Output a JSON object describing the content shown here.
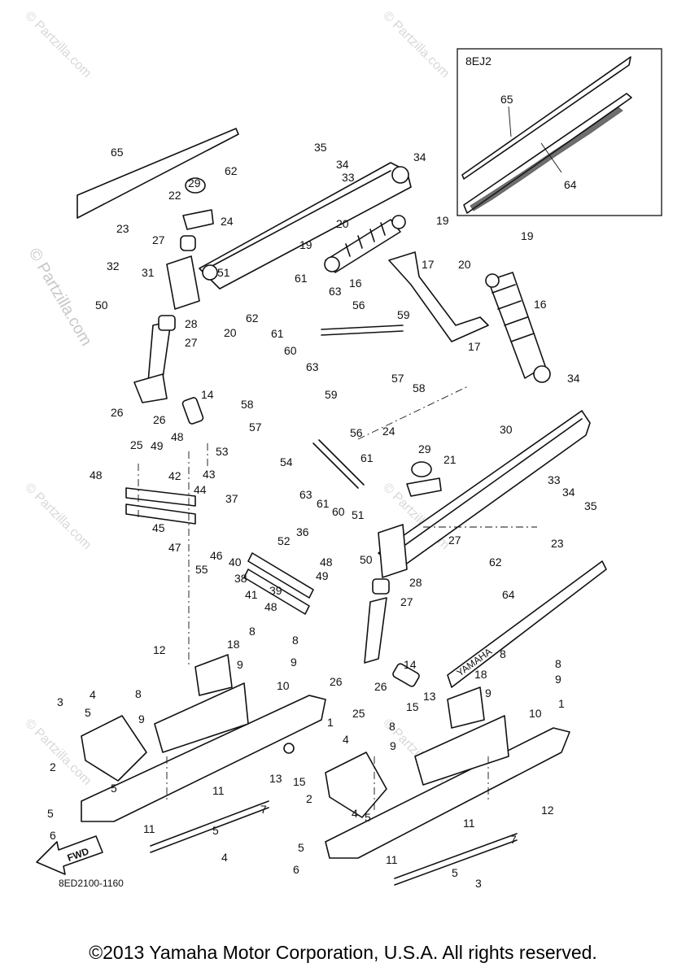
{
  "watermark": "© Partzilla.com",
  "inset_label": "8EJ2",
  "diagram_code": "8ED2100-1160",
  "fwd_label": "FWD",
  "copyright": "©2013 Yamaha Motor Corporation, U.S.A. All rights reserved.",
  "decal_text": "YAMAHA",
  "callouts": {
    "inset_65": "65",
    "inset_64": "64",
    "c65": "65",
    "c62": "62",
    "c29": "29",
    "c22": "22",
    "c23": "23",
    "c24": "24",
    "c27a": "27",
    "c32": "32",
    "c31": "31",
    "c51a": "51",
    "c19a": "19",
    "c50a": "50",
    "c28a": "28",
    "c20a": "20",
    "c27b": "27",
    "c35a": "35",
    "c34a": "34",
    "c33a": "33",
    "c34b": "34",
    "c19b": "19",
    "c20b": "20",
    "c17a": "17",
    "c16a": "16",
    "c61a": "61",
    "c63a": "63",
    "c62b": "62",
    "c61b": "61",
    "c60a": "60",
    "c56a": "56",
    "c59a": "59",
    "c63b": "63",
    "c57a": "57",
    "c58a": "58",
    "c19c": "19",
    "c20c": "20",
    "c16b": "16",
    "c17b": "17",
    "c34c": "34",
    "c14a": "14",
    "c26a": "26",
    "c26b": "26",
    "c25a": "25",
    "c58b": "58",
    "c59b": "59",
    "c57b": "57",
    "c56b": "56",
    "c24b": "24",
    "c29b": "29",
    "c21": "21",
    "c30": "30",
    "c49a": "49",
    "c48a": "48",
    "c48b": "48",
    "c42": "42",
    "c53": "53",
    "c54": "54",
    "c63c": "63",
    "c61c": "61",
    "c33b": "33",
    "c34d": "34",
    "c35b": "35",
    "c43": "43",
    "c44": "44",
    "c37": "37",
    "c45": "45",
    "c61d": "61",
    "c60b": "60",
    "c51b": "51",
    "c23b": "23",
    "c27c": "27",
    "c47": "47",
    "c46": "46",
    "c40": "40",
    "c52": "52",
    "c36": "36",
    "c50b": "50",
    "c62c": "62",
    "c55": "55",
    "c38": "38",
    "c48c": "48",
    "c49b": "49",
    "c41": "41",
    "c39": "39",
    "c48d": "48",
    "c28b": "28",
    "c27d": "27",
    "c64": "64",
    "c12a": "12",
    "c18a": "18",
    "c8a": "8",
    "c8b": "8",
    "c9a": "9",
    "c9b": "9",
    "c10a": "10",
    "c3a": "3",
    "c4a": "4",
    "c5a": "5",
    "c8c": "8",
    "c9c": "9",
    "c26c": "26",
    "c14b": "14",
    "c26d": "26",
    "c25b": "25",
    "c18b": "18",
    "c8d": "8",
    "c8e": "8",
    "c9d": "9",
    "c9e": "9",
    "c13a": "13",
    "c15a": "15",
    "c10b": "10",
    "c1a": "1",
    "c1b": "1",
    "c2a": "2",
    "c5b": "5",
    "c8f": "8",
    "c9f": "9",
    "c4b": "4",
    "c13b": "13",
    "c15b": "15",
    "c11a": "11",
    "c7a": "7",
    "c5c": "5",
    "c6a": "6",
    "c11b": "11",
    "c5d": "5",
    "c4c": "4",
    "c2b": "2",
    "c4d": "4",
    "c5e": "5",
    "c12b": "12",
    "c11c": "11",
    "c7b": "7",
    "c11d": "11",
    "c5f": "5",
    "c6b": "6",
    "c5g": "5",
    "c3b": "3"
  }
}
